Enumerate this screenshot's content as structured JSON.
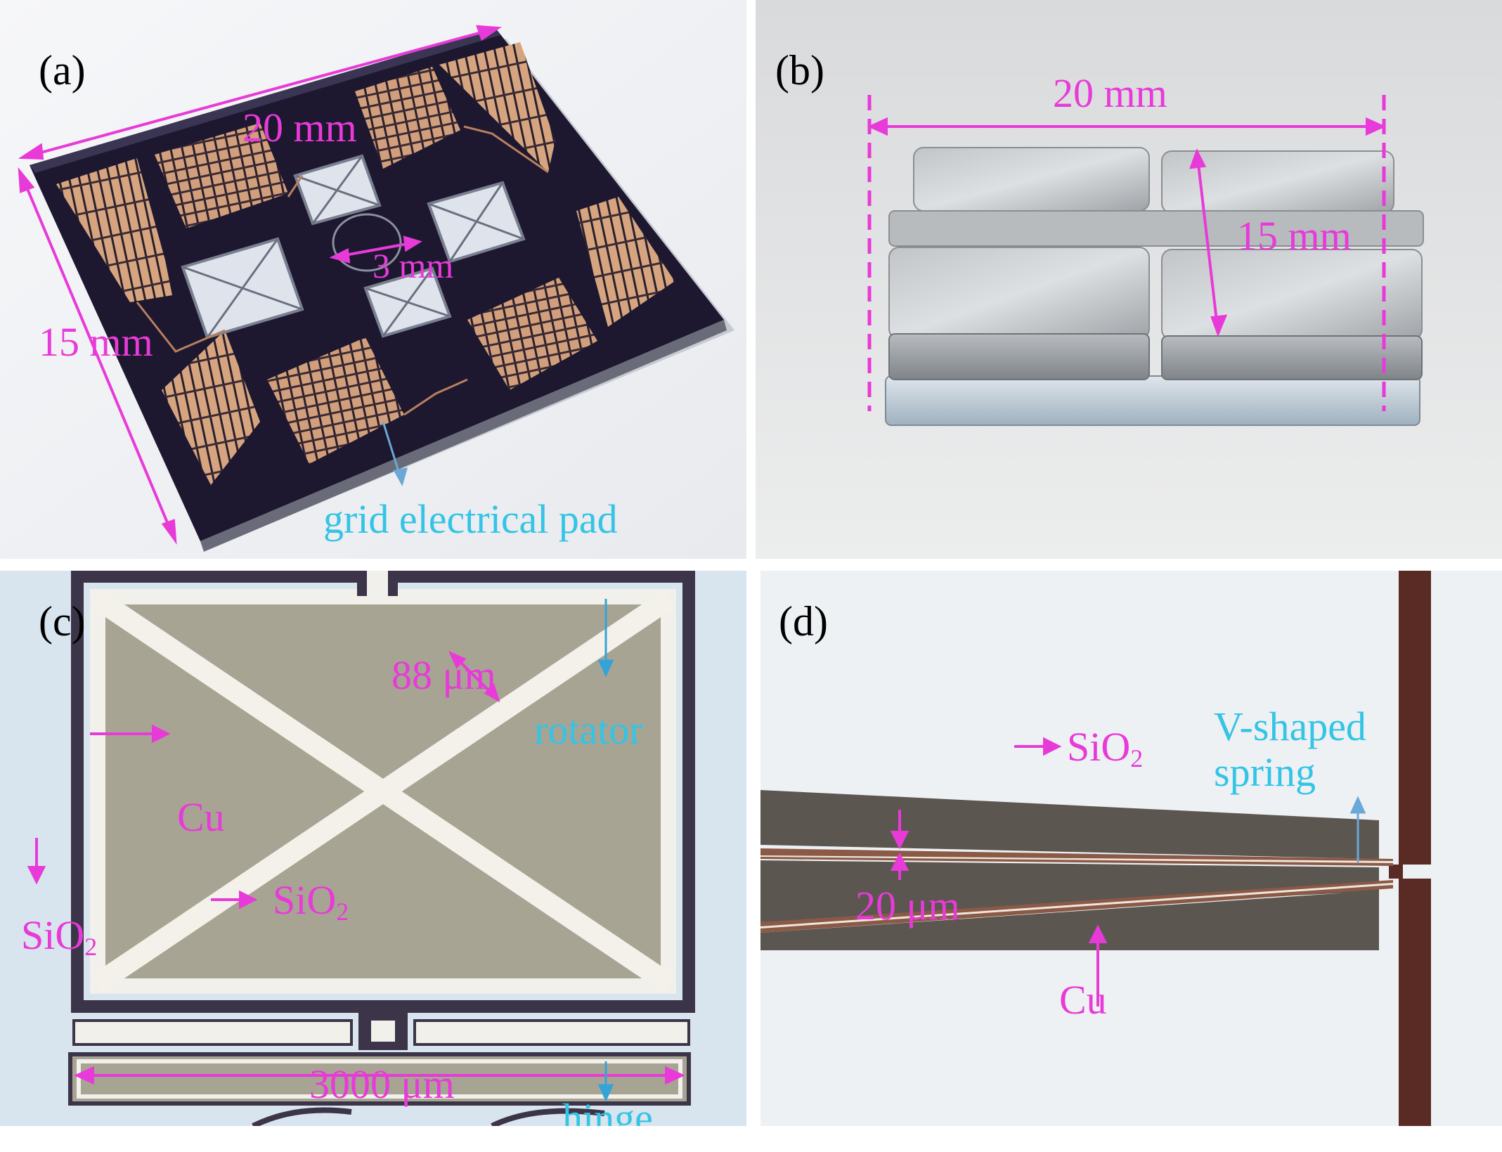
{
  "panels": {
    "a": {
      "label": "(a)",
      "width_dim": "20 mm",
      "height_dim": "15 mm",
      "gap_dim": "3 mm",
      "pad_label": "grid electrical pad"
    },
    "b": {
      "label": "(b)",
      "width_dim": "20 mm",
      "height_dim": "15 mm"
    },
    "c": {
      "label": "(c)",
      "beam_width": "88 μm",
      "rotator_label": "rotator",
      "cu_label": "Cu",
      "sio2_label": "SiO",
      "sio2_sub": "2",
      "sio2_left_label": "SiO",
      "sio2_left_sub": "2",
      "length_dim": "3000 μm",
      "hinge_label": "hinge"
    },
    "d": {
      "label": "(d)",
      "sio2_label": "SiO",
      "sio2_sub": "2",
      "spring_label_line1": "V-shaped",
      "spring_label_line2": "spring",
      "gap_dim": "20 μm",
      "cu_label": "Cu"
    }
  },
  "colors": {
    "annotation_magenta": "#e83ad8",
    "annotation_cyan": "#33c4e6",
    "copper": "#d7a47e",
    "wafer": "#1d1830"
  }
}
